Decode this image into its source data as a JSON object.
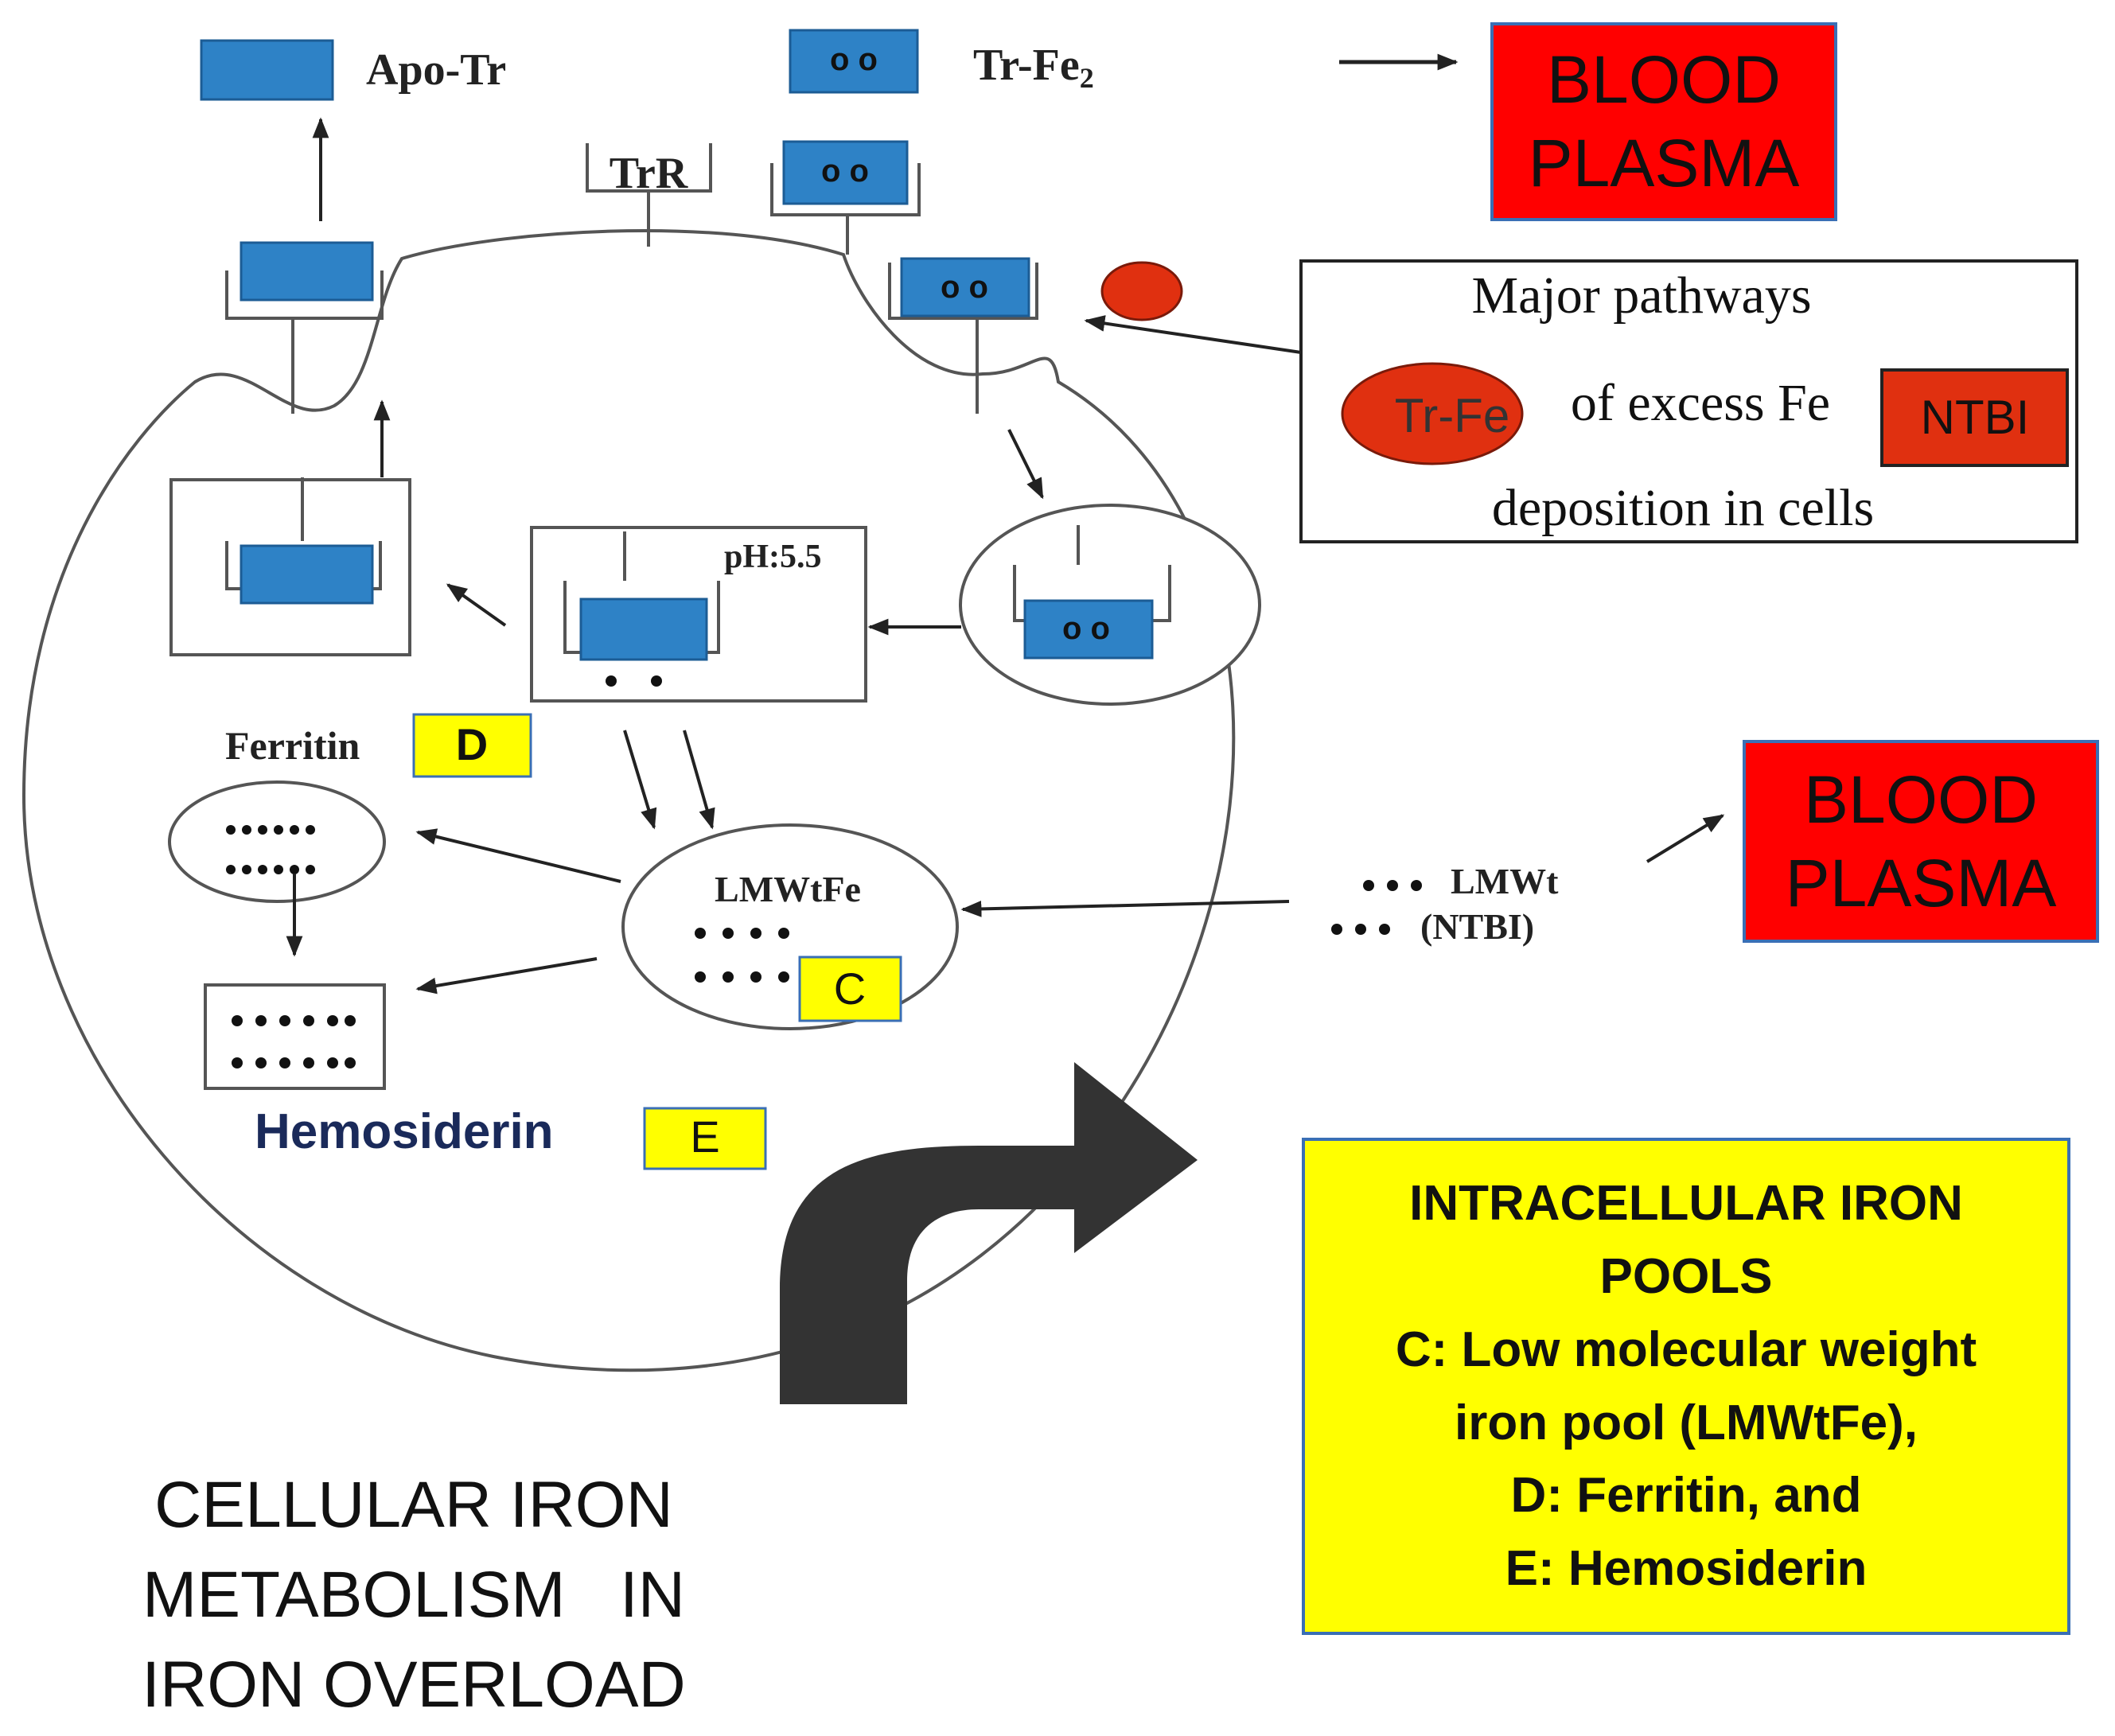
{
  "labels": {
    "apo_tr": "Apo-Tr",
    "tr_fe2_main": "Tr-Fe",
    "tr_fe2_sub": "2",
    "trr": "TrR",
    "ph": "pH:5.5",
    "ferritin": "Ferritin",
    "lmwtfe": "LMWtFe",
    "lmwt": "LMWt",
    "ntbi_paren": "(NTBI)",
    "hemosiderin": "Hemosiderin"
  },
  "pool_tags": {
    "c": "C",
    "d": "D",
    "e": "E"
  },
  "blood_plasma_top": {
    "line1": "BLOOD",
    "line2": "PLASMA"
  },
  "blood_plasma_mid": {
    "line1": "BLOOD",
    "line2": "PLASMA"
  },
  "pathways_box": {
    "line1": "Major pathways",
    "tr_fe_badge": "Tr-Fe",
    "line2": "of excess Fe",
    "ntbi_badge": "NTBI",
    "line3": "deposition in cells"
  },
  "intracellular_pools": {
    "line1": "INTRACELLULAR IRON",
    "line2": "POOLS",
    "line3": "C: Low molecular weight",
    "line4": "iron pool (LMWtFe),",
    "line5": "D: Ferritin, and",
    "line6": "E: Hemosiderin"
  },
  "title": {
    "line1": "CELLULAR IRON",
    "line2": "METABOLISM   IN",
    "line3": "IRON OVERLOAD"
  },
  "colors": {
    "transferrin_blue": "#2e82c6",
    "plasma_red": "#ff0000",
    "badge_red": "#e03010",
    "pool_yellow": "#ffff00",
    "arrow_dark": "#333333"
  }
}
